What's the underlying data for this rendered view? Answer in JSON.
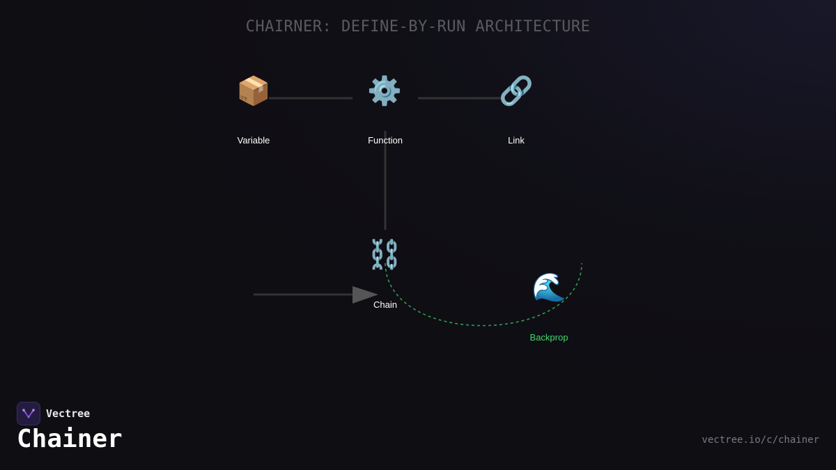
{
  "title": "CHAIRNER: DEFINE-BY-RUN ARCHITECTURE",
  "nodes": {
    "variable": {
      "label": "Variable",
      "icon": "package-icon",
      "glyph": "📦"
    },
    "function": {
      "label": "Function",
      "icon": "gear-icon",
      "glyph": "⚙️"
    },
    "link": {
      "label": "Link",
      "icon": "link-icon",
      "glyph": "🔗"
    },
    "chain": {
      "label": "Chain",
      "icon": "chains-icon",
      "glyph": "⛓️"
    },
    "backprop": {
      "label": "Backprop",
      "icon": "wave-icon",
      "glyph": "🌊"
    }
  },
  "footer": {
    "brand": "Vectree",
    "product": "Chainer",
    "url": "vectree.io/c/chainer"
  },
  "colors": {
    "background": "#0f0e13",
    "edge": "#333333",
    "arrow": "#555555",
    "backprop": "#3ddc6a",
    "title": "#5a5a60"
  }
}
